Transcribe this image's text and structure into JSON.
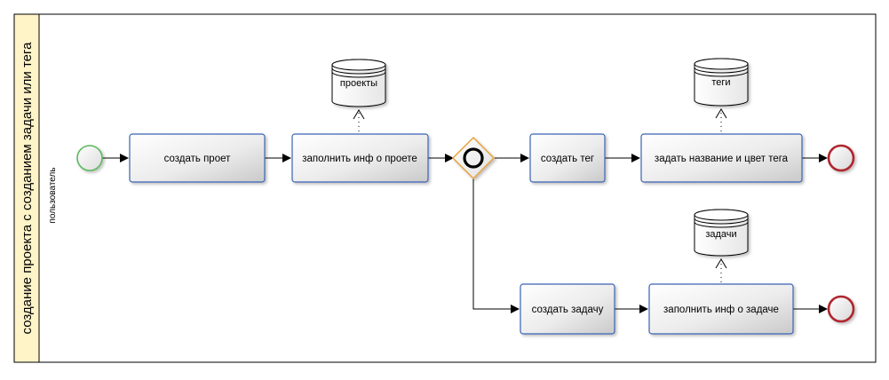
{
  "pool": {
    "title": "создание проекта с созданием задачи или тега"
  },
  "lane": {
    "title": "пользователь"
  },
  "tasks": [
    {
      "id": "t1",
      "label": "создать проет"
    },
    {
      "id": "t2",
      "label": "заполнить инф о проете"
    },
    {
      "id": "t3",
      "label": "создать тег"
    },
    {
      "id": "t4",
      "label": "задать название и цвет тега"
    },
    {
      "id": "t5",
      "label": "создать задачу"
    },
    {
      "id": "t6",
      "label": "заполнить инф о задаче"
    }
  ],
  "data_stores": [
    {
      "id": "ds1",
      "label": "проекты"
    },
    {
      "id": "ds2",
      "label": "теги"
    },
    {
      "id": "ds3",
      "label": "задачи"
    }
  ],
  "events": {
    "start": {
      "type": "start",
      "color": "#5cb85c"
    },
    "ends": [
      {
        "id": "e1",
        "type": "end",
        "color": "#c0392b"
      },
      {
        "id": "e2",
        "type": "end",
        "color": "#c0392b"
      }
    ]
  },
  "gateway": {
    "type": "inclusive",
    "color": "#e8a33d"
  },
  "colors": {
    "pool_header": "#fff4c8",
    "task_border": "#3b64b4",
    "start_border": "#5cb85c",
    "end_border": "#b0262f",
    "gateway_border": "#e8a33d"
  }
}
